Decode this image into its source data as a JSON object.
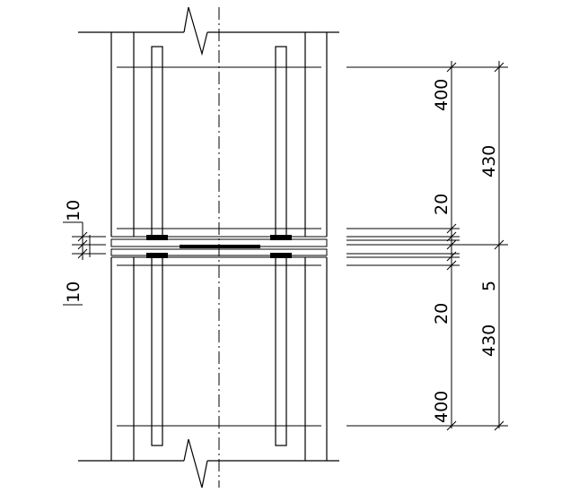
{
  "drawing": {
    "dimension_labels": {
      "top_400": "400",
      "top_20": "20",
      "top_total_430": "430",
      "joint_5": "5",
      "bottom_20": "20",
      "bottom_total_430": "430",
      "bottom_400": "400",
      "left_top_10": "10",
      "left_bottom_10": "10"
    },
    "colors": {
      "line": "#000000",
      "background": "#ffffff"
    }
  }
}
